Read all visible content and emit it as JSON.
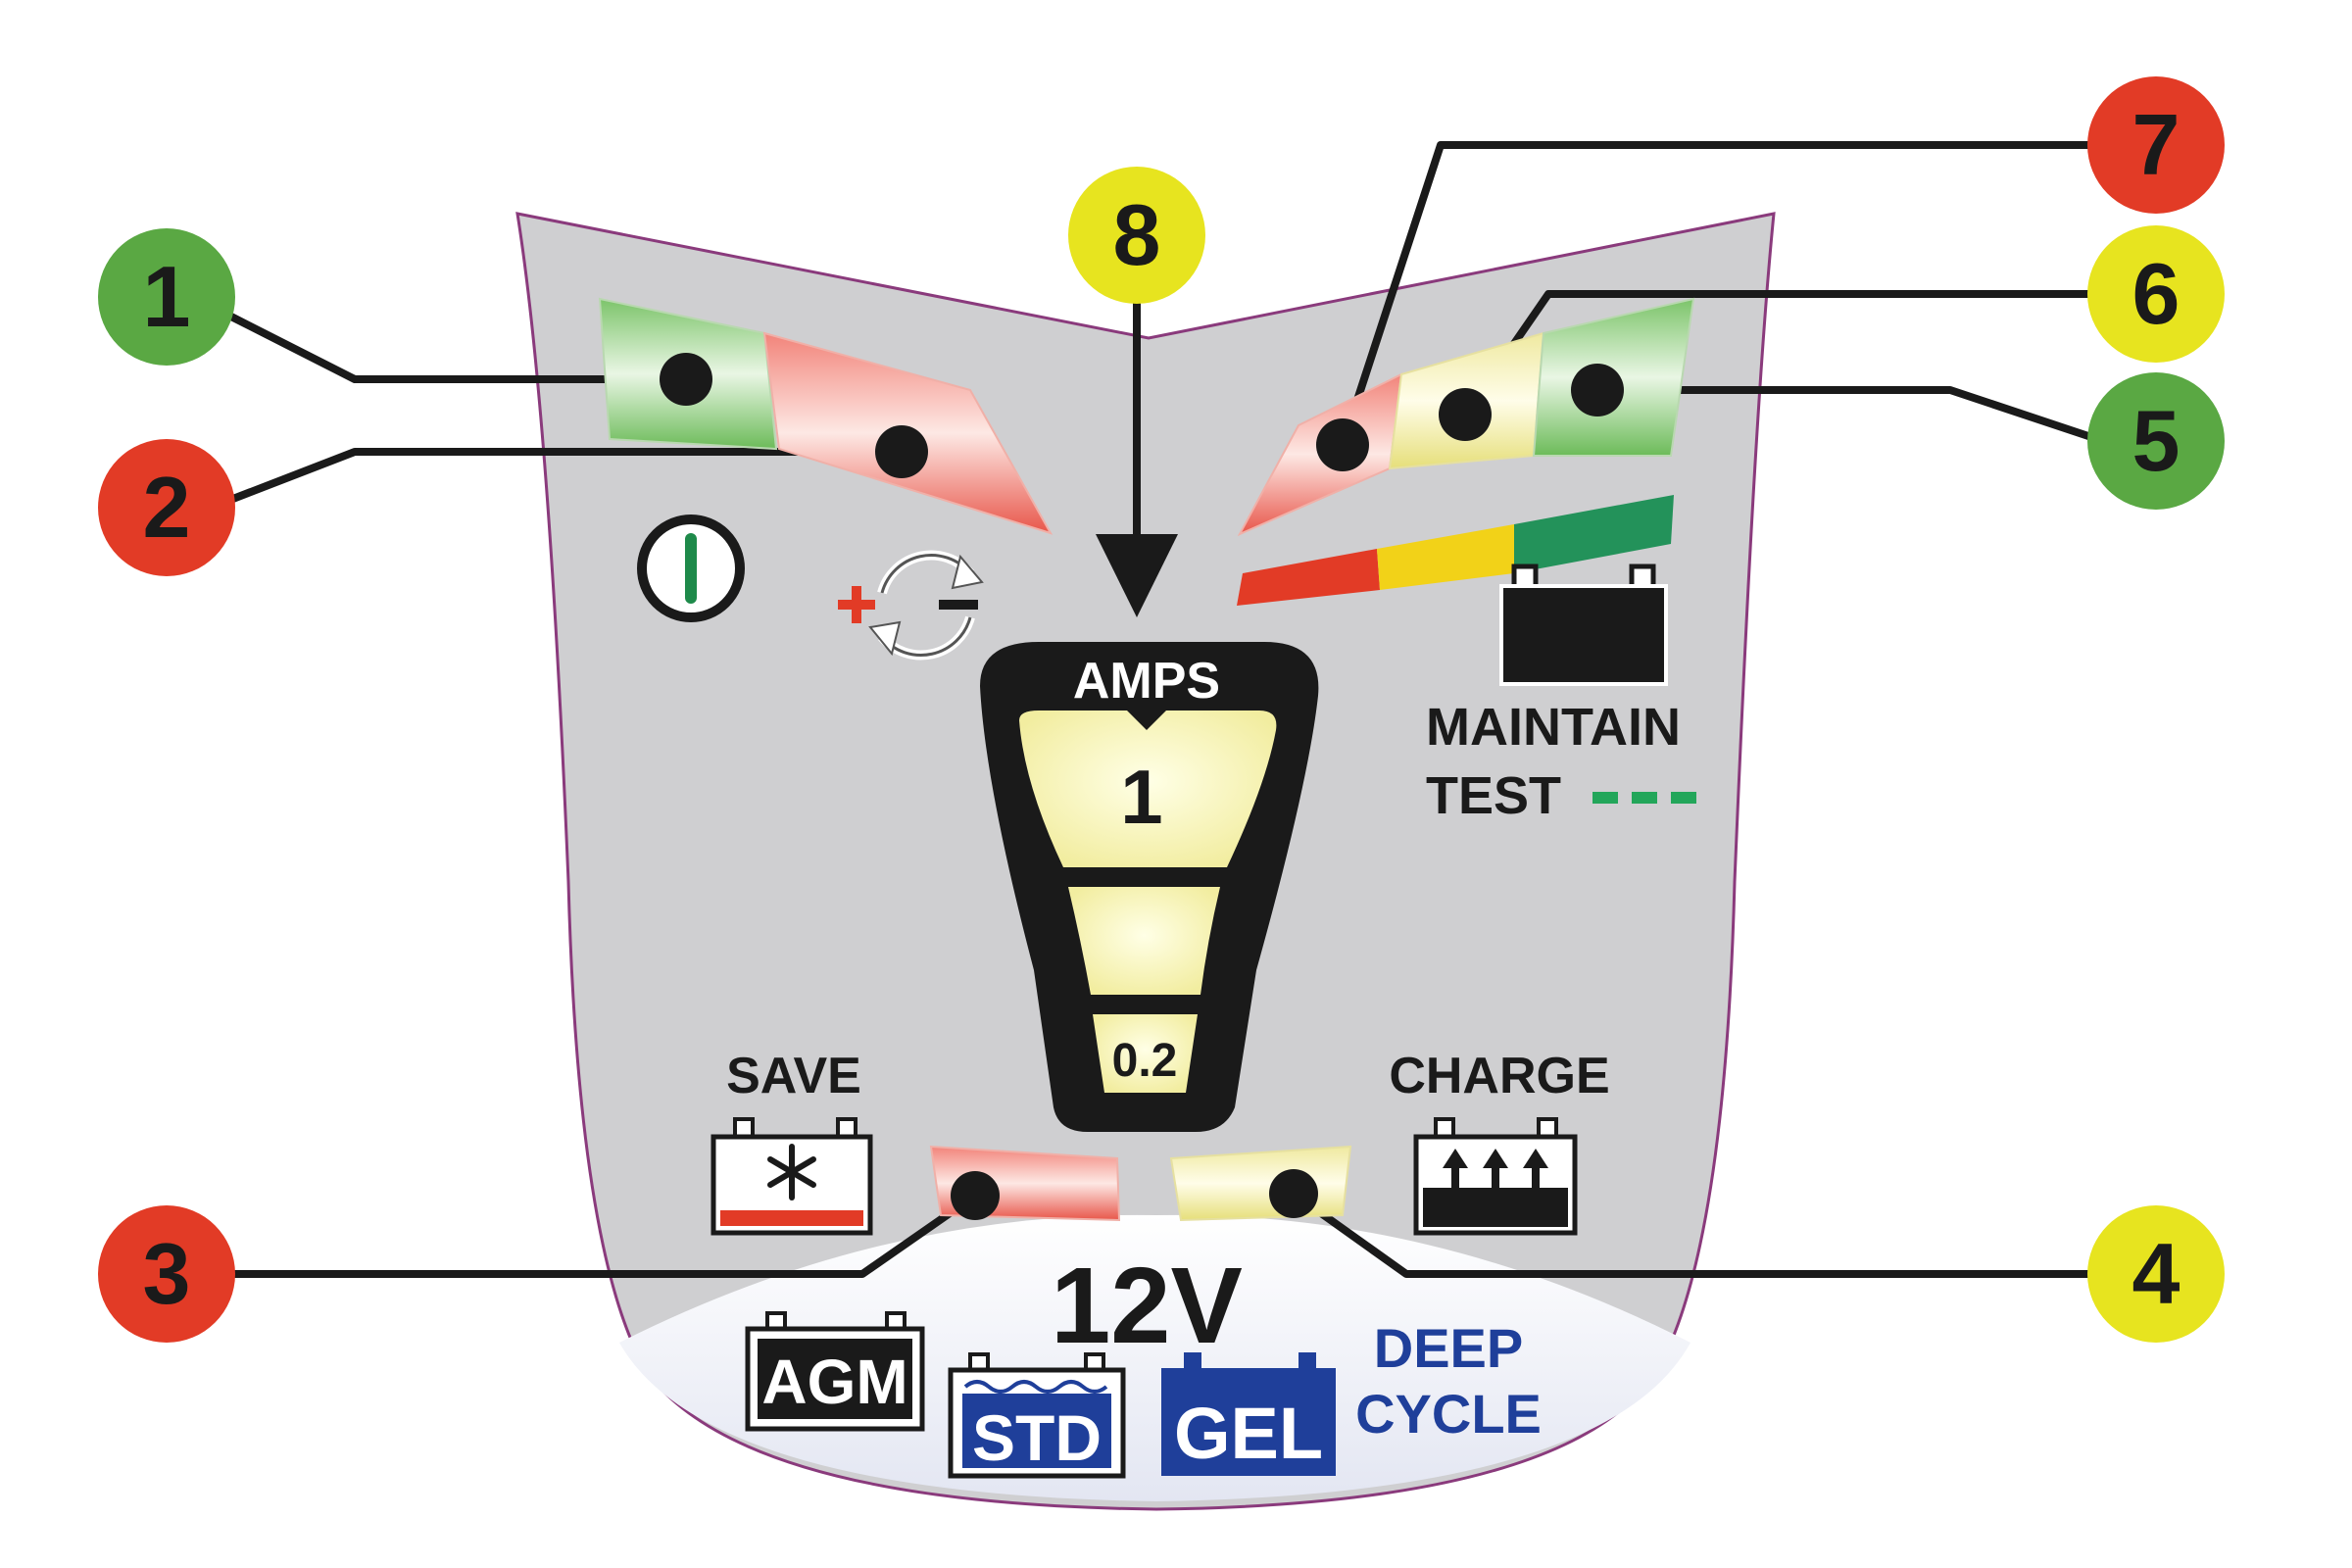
{
  "callouts": [
    {
      "number": "1",
      "color": "#5aa843"
    },
    {
      "number": "2",
      "color": "#e23b26"
    },
    {
      "number": "3",
      "color": "#e23b26"
    },
    {
      "number": "4",
      "color": "#e7e41f"
    },
    {
      "number": "5",
      "color": "#5aa843"
    },
    {
      "number": "6",
      "color": "#e7e41f"
    },
    {
      "number": "7",
      "color": "#e23b26"
    },
    {
      "number": "8",
      "color": "#e7e41f"
    }
  ],
  "panel": {
    "amps_label": "AMPS",
    "amps_high": "1",
    "amps_low": "0.2",
    "maintain_label": "MAINTAIN",
    "test_label": "TEST",
    "save_label": "SAVE",
    "charge_label": "CHARGE",
    "voltage_label": "12V",
    "battery_types": {
      "agm": "AGM",
      "std": "STD",
      "gel": "GEL",
      "deep": "DEEP",
      "cycle": "CYCLE"
    }
  },
  "icons": {
    "power": "power-icon",
    "polarity": "polarity-reverse-icon",
    "battery": "battery-icon",
    "snowflake": "snowflake-icon",
    "charge": "charge-arrows-icon"
  },
  "colors": {
    "panel": "#cfcfd1",
    "panel_border": "#8a3a7c",
    "red": "#e23b26",
    "yellow": "#e7e41f",
    "green": "#5aa843",
    "blue": "#1f3f9a",
    "dark": "#1a1a1a"
  }
}
